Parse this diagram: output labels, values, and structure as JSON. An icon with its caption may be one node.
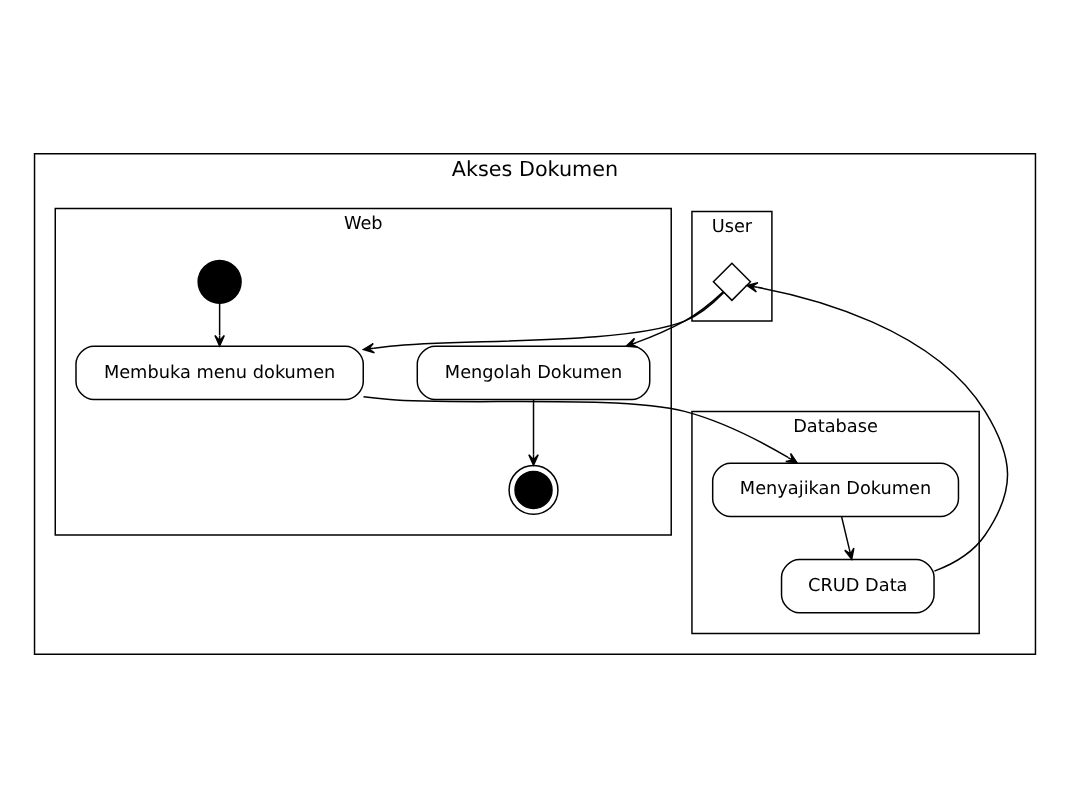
{
  "diagram": {
    "nodes": [
      {
        "text": [
          "Akses Dokumen"
        ]
      },
      {
        "text": [
          "User"
        ],
        "in": 0
      },
      {
        "text": [
          "Web"
        ],
        "in": 0
      },
      {
        "text": [
          "Database"
        ],
        "in": 0
      },
      {
        "text": [],
        "shape": "circle",
        "in": 2
      },
      {
        "text": [
          "Membuka menu dokumen"
        ],
        "in": 2
      },
      {
        "text": [
          "Menyajikan Dokumen"
        ],
        "in": 3
      },
      {
        "text": [
          "CRUD Data"
        ],
        "in": 3
      },
      {
        "text": [],
        "shape": "diamond",
        "in": 1
      },
      {
        "text": [
          "Mengolah Dokumen"
        ],
        "in": 2
      },
      {
        "text": [],
        "shape": "bullseye",
        "in": 2
      }
    ],
    "edges": [
      {
        "from": 4,
        "to": 5,
        "arrow": "to"
      },
      {
        "from": 5,
        "to": 6,
        "arrow": "to"
      },
      {
        "from": 6,
        "to": 7,
        "arrow": "to"
      },
      {
        "from": 7,
        "to": 8,
        "arrow": "to"
      },
      {
        "from": 8,
        "to": 5,
        "arrow": "to"
      },
      {
        "from": 8,
        "to": 9,
        "arrow": "to"
      },
      {
        "from": 9,
        "to": 10,
        "arrow": "to"
      }
    ]
  }
}
